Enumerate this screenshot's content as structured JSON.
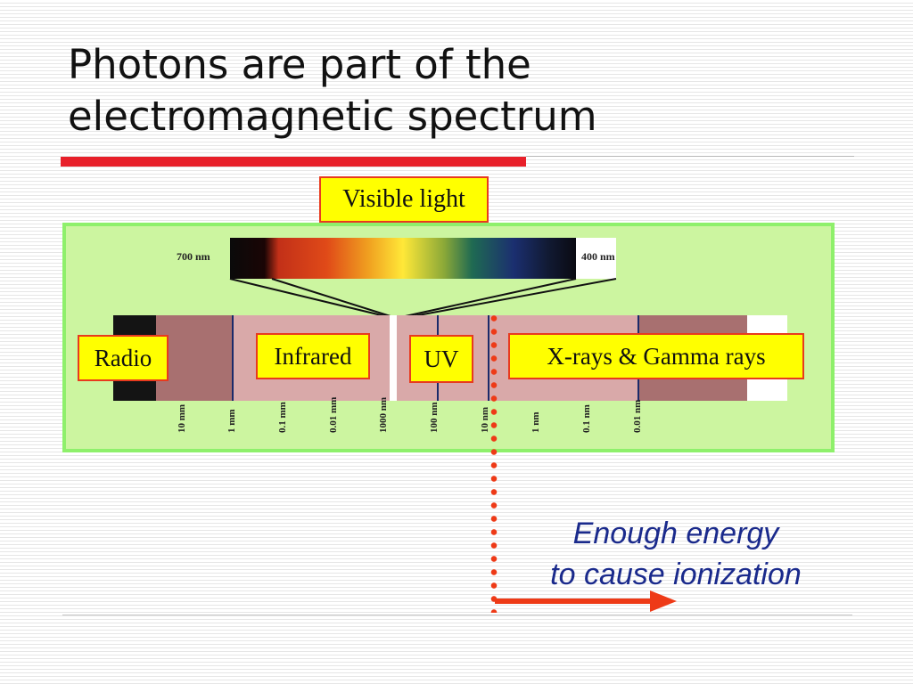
{
  "slide": {
    "title_lines": [
      "Photons are part of the",
      "electromagnetic spectrum"
    ]
  },
  "labels": {
    "visible": "Visible light",
    "radio": "Radio",
    "infrared": "Infrared",
    "uv": "UV",
    "xray_gamma": "X-rays & Gamma rays"
  },
  "visible_strip": {
    "left_label": "700 nm",
    "right_label": "400 nm"
  },
  "axis_ticks": [
    "10 mm",
    "1 mm",
    "0.1 mm",
    "0.01 mm",
    "1000 nm",
    "100 nm",
    "10 nm",
    "1 nm",
    "0.1 nm",
    "0.01 nm"
  ],
  "annotation": {
    "lines": [
      "Enough energy",
      "to cause ionization"
    ]
  },
  "colors": {
    "accent_red": "#e8202a",
    "label_fill": "#ffff00",
    "label_border": "#e83a1e",
    "panel_fill": "#ccf5a0",
    "panel_border": "#8ef06b",
    "annotation_text": "#1a2a8c",
    "marker": "#ee3a17"
  }
}
